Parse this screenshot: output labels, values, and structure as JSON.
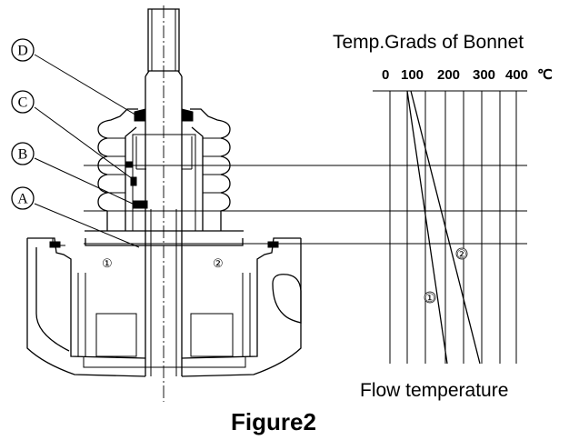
{
  "diagram": {
    "callouts": {
      "a": "A",
      "b": "B",
      "c": "C",
      "d": "D"
    },
    "zones": {
      "zone1": "①",
      "zone2": "②"
    },
    "graph": {
      "title": "Temp.Grads of Bonnet",
      "ticks": [
        "0",
        "100",
        "200",
        "300",
        "400",
        "℃"
      ],
      "curve1_label": "①",
      "curve2_label": "②",
      "xlabel": "Flow temperature"
    },
    "caption": "Figure2"
  }
}
